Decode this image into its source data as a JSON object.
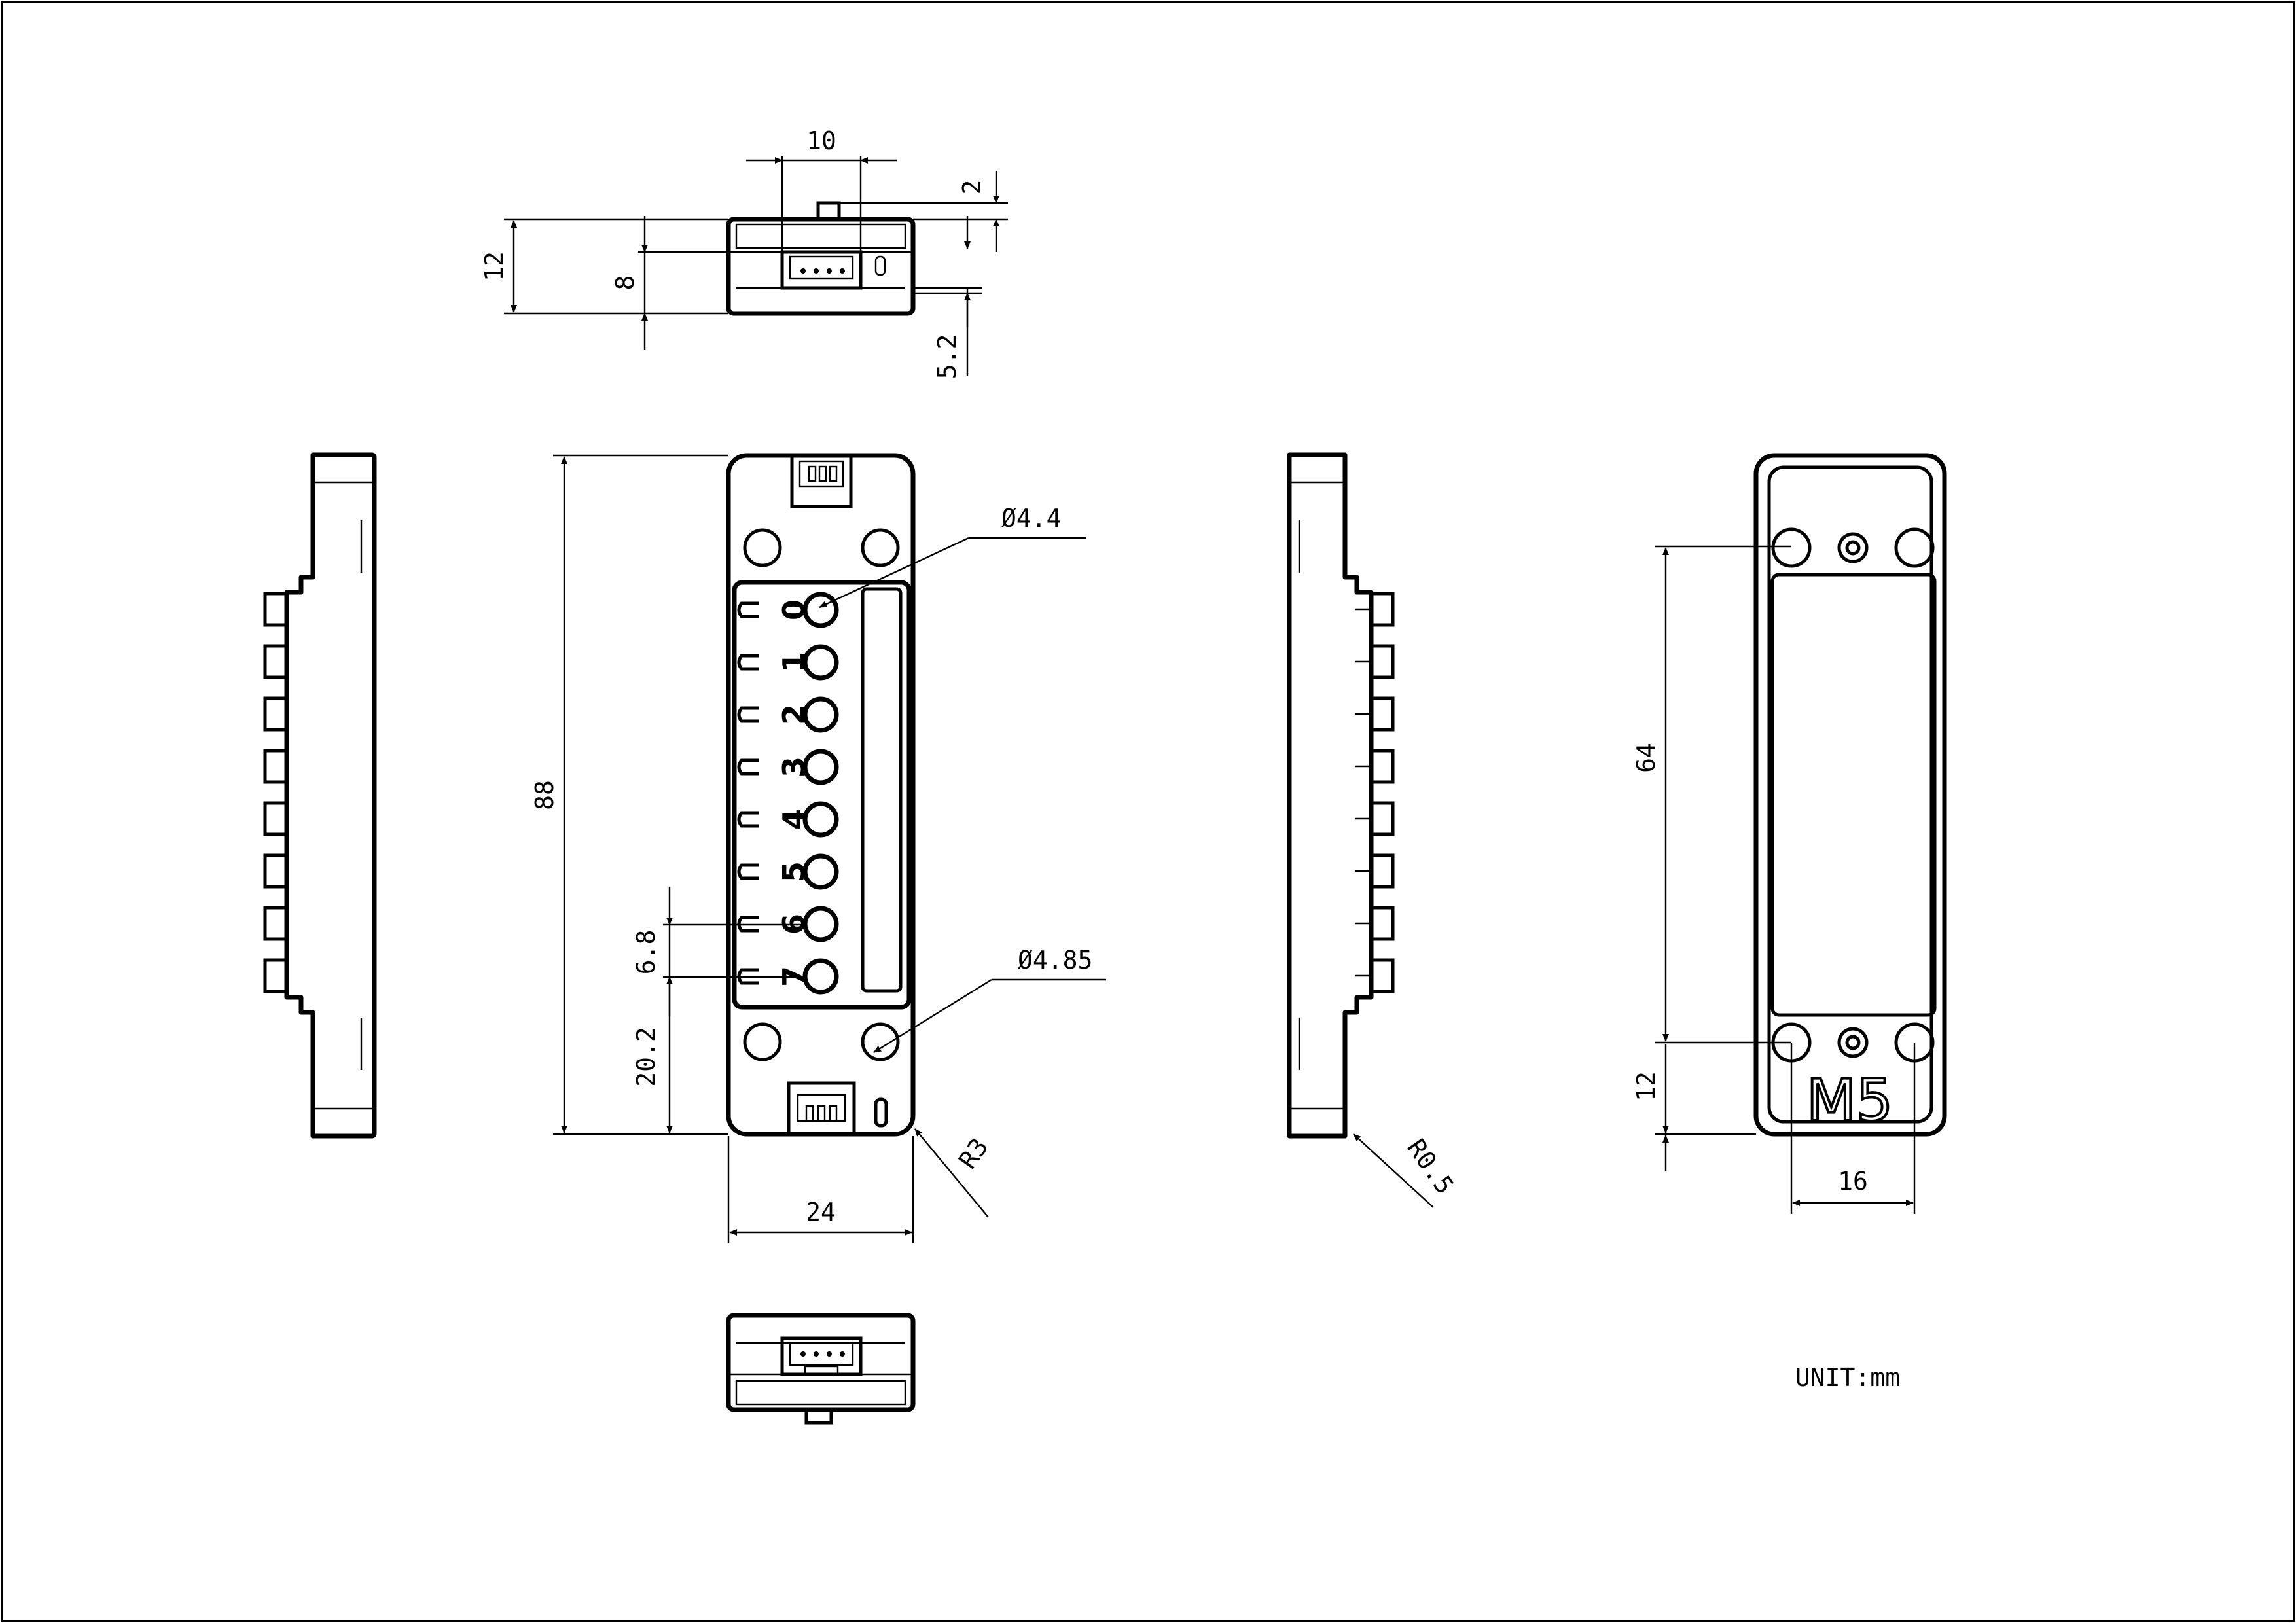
{
  "unit_label": "UNIT:mm",
  "logo_text": "M5",
  "pin_labels": [
    "0",
    "1",
    "2",
    "3",
    "4",
    "5",
    "6",
    "7"
  ],
  "dimensions": {
    "connector_width": "10",
    "tab_height": "2",
    "total_height": "12",
    "base_height": "8",
    "connector_offset": "5.2",
    "overall_length": "88",
    "hole_diameter": "Ø4.4",
    "mount_hole_diameter": "Ø4.85",
    "pin_pitch": "6.8",
    "bottom_offset": "20.2",
    "corner_radius": "R3",
    "overall_width": "24",
    "side_corner_radius": "R0.5",
    "hole_spacing": "64",
    "hole_edge_offset": "12",
    "hole_pitch_width": "16"
  }
}
